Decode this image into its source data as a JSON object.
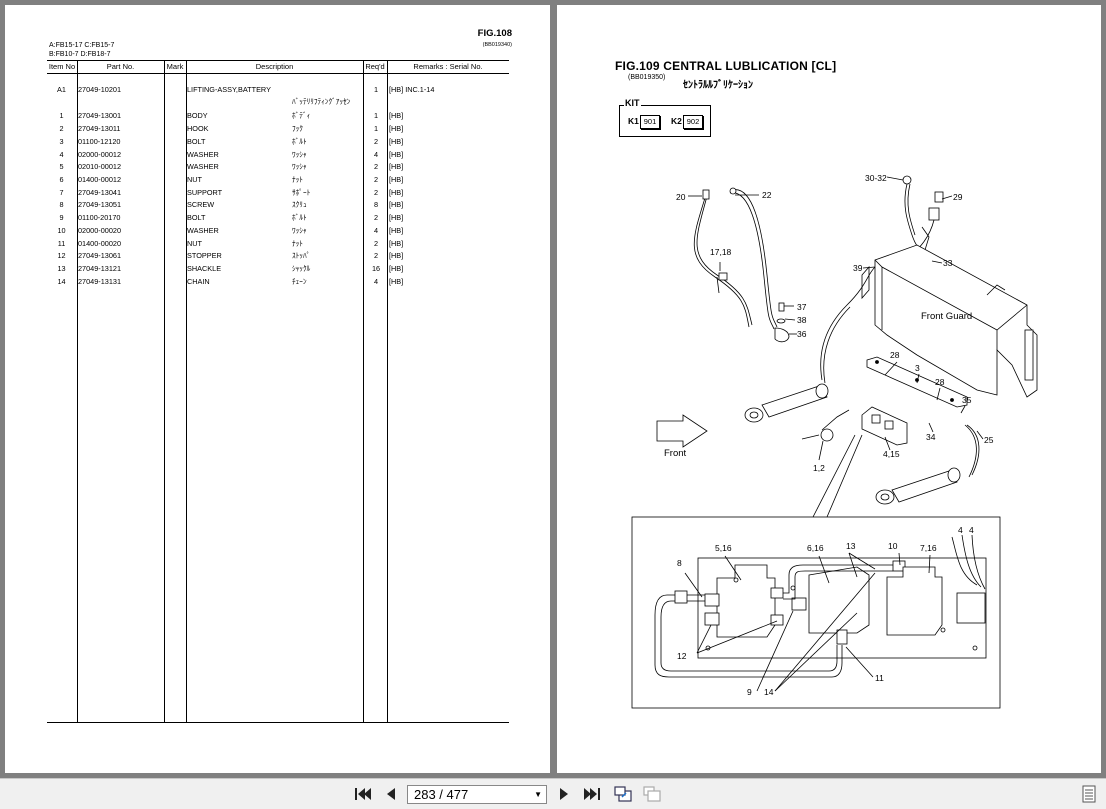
{
  "left_page": {
    "fig_title": "FIG.108",
    "fig_code": "(BB019340)",
    "models": [
      "A:FB15-17  C:FB15-7",
      "B:FB10-7   D:FB18-7"
    ],
    "headers": {
      "item": "Item No",
      "part": "Part No.",
      "mark": "Mark",
      "desc": "Description",
      "req": "Req'd",
      "remarks": "Remarks : Serial No."
    },
    "rows": [
      {
        "item": "A1",
        "part": "27049-10201",
        "desc": "LIFTING-ASSY,BATTERY",
        "jp": "",
        "req": "1",
        "remarks": "[HB] INC.1-14"
      },
      {
        "item": "",
        "part": "",
        "desc": "",
        "jp": "ﾊﾞｯﾃﾘﾘﾌﾃｨﾝｸﾞｱｯｾﾝ",
        "req": "",
        "remarks": ""
      },
      {
        "item": "1",
        "part": "27049-13001",
        "desc": "BODY",
        "jp": "ﾎﾞﾃﾞｨ",
        "req": "1",
        "remarks": "[HB]"
      },
      {
        "item": "2",
        "part": "27049-13011",
        "desc": "HOOK",
        "jp": "ﾌｯｸ",
        "req": "1",
        "remarks": "[HB]"
      },
      {
        "item": "3",
        "part": "01100-12120",
        "desc": "BOLT",
        "jp": "ﾎﾞﾙﾄ",
        "req": "2",
        "remarks": "[HB]"
      },
      {
        "item": "4",
        "part": "02000-00012",
        "desc": "WASHER",
        "jp": "ﾜｯｼｬ",
        "req": "4",
        "remarks": "[HB]"
      },
      {
        "item": "5",
        "part": "02010-00012",
        "desc": "WASHER",
        "jp": "ﾜｯｼｬ",
        "req": "2",
        "remarks": "[HB]"
      },
      {
        "item": "6",
        "part": "01400-00012",
        "desc": "NUT",
        "jp": "ﾅｯﾄ",
        "req": "2",
        "remarks": "[HB]"
      },
      {
        "item": "7",
        "part": "27049-13041",
        "desc": "SUPPORT",
        "jp": "ｻﾎﾟｰﾄ",
        "req": "2",
        "remarks": "[HB]"
      },
      {
        "item": "8",
        "part": "27049-13051",
        "desc": "SCREW",
        "jp": "ｽｸﾘｭ",
        "req": "8",
        "remarks": "[HB]"
      },
      {
        "item": "9",
        "part": "01100-20170",
        "desc": "BOLT",
        "jp": "ﾎﾞﾙﾄ",
        "req": "2",
        "remarks": "[HB]"
      },
      {
        "item": "10",
        "part": "02000-00020",
        "desc": "WASHER",
        "jp": "ﾜｯｼｬ",
        "req": "4",
        "remarks": "[HB]"
      },
      {
        "item": "11",
        "part": "01400-00020",
        "desc": "NUT",
        "jp": "ﾅｯﾄ",
        "req": "2",
        "remarks": "[HB]"
      },
      {
        "item": "12",
        "part": "27049-13061",
        "desc": "STOPPER",
        "jp": "ｽﾄｯﾊﾟ",
        "req": "2",
        "remarks": "[HB]"
      },
      {
        "item": "13",
        "part": "27049-13121",
        "desc": "SHACKLE",
        "jp": "ｼｬｯｸﾙ",
        "req": "16",
        "remarks": "[HB]"
      },
      {
        "item": "14",
        "part": "27049-13131",
        "desc": "CHAIN",
        "jp": "ﾁｪｰﾝ",
        "req": "4",
        "remarks": "[HB]"
      }
    ]
  },
  "right_page": {
    "fig_title": "FIG.109    CENTRAL LUBLICATION [CL]",
    "fig_code": "(BB019350)",
    "fig_jp": "ｾﾝﾄﾗﾙﾙﾌﾞﾘｹｰｼｮﾝ",
    "kit": {
      "label": "KIT",
      "k1": "K1",
      "k1_box": "901",
      "k2": "K2",
      "k2_box": "902"
    },
    "callouts": {
      "c20": "20",
      "c22": "22",
      "c1718": "17,18",
      "c3032": "30-32",
      "c29": "29",
      "c39": "39",
      "c33": "33",
      "c37": "37",
      "c38": "38",
      "c36": "36",
      "c28a": "28",
      "c3": "3",
      "c28b": "28",
      "c35": "35",
      "c34": "34",
      "c25": "25",
      "c12": "1,2",
      "c415": "4,15",
      "front_guard": "Front Guard",
      "front": "Front",
      "d8": "8",
      "d516": "5,16",
      "d616": "6,16",
      "d13": "13",
      "d10": "10",
      "d716": "7,16",
      "d4a": "4",
      "d4b": "4",
      "d12": "12",
      "d9": "9",
      "d14": "14",
      "d11": "11"
    }
  },
  "toolbar": {
    "page_indicator": "283 / 477",
    "icons": [
      "first-page-icon",
      "prev-page-icon",
      "next-page-icon",
      "last-page-icon",
      "window-icon",
      "window-disabled-icon",
      "menu-icon"
    ]
  }
}
